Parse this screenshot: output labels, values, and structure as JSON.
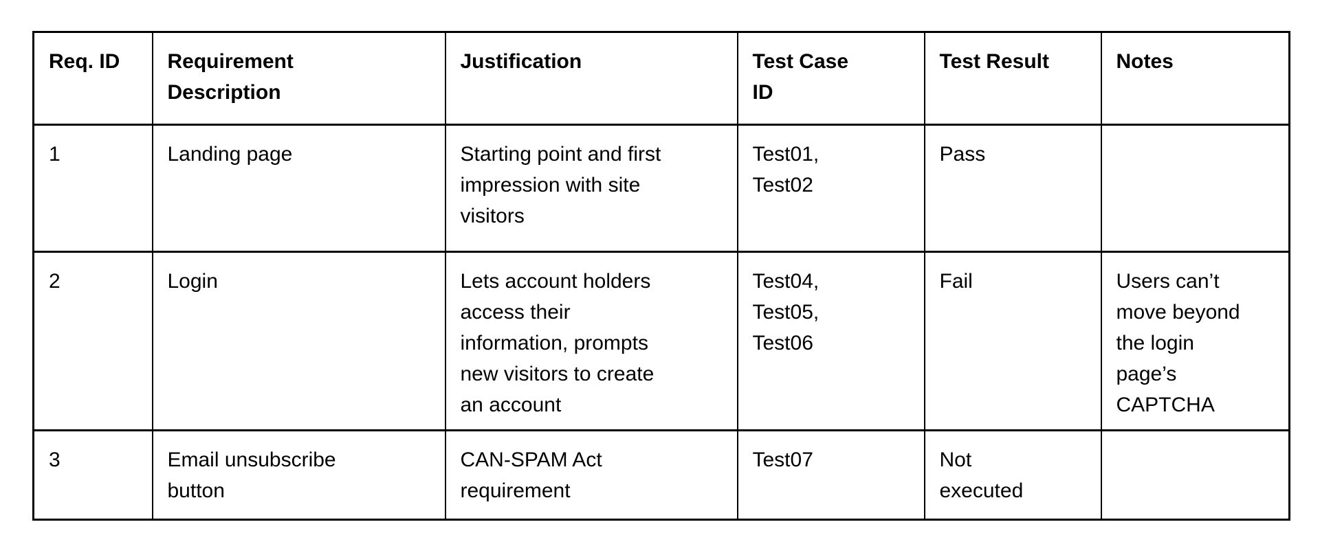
{
  "page": {
    "background_color": "#ffffff",
    "text_color": "#000000",
    "border_color": "#000000"
  },
  "table": {
    "headers": [
      {
        "label": "Req. ID"
      },
      {
        "label": "Requirement\nDescription"
      },
      {
        "label": "Justification"
      },
      {
        "label": "Test Case\nID"
      },
      {
        "label": "Test Result"
      },
      {
        "label": "Notes"
      }
    ],
    "rows": [
      {
        "req_id": "1",
        "requirement_description": "Landing page",
        "justification": "Starting point and first\nimpression with site\nvisitors",
        "test_case_id": "Test01,\nTest02",
        "test_result": "Pass",
        "notes": ""
      },
      {
        "req_id": "2",
        "requirement_description": "Login",
        "justification": "Lets account holders\naccess their\ninformation, prompts\nnew visitors to create\nan account",
        "test_case_id": "Test04,\nTest05,\nTest06",
        "test_result": "Fail",
        "notes": "Users can’t\nmove beyond\nthe login\npage’s\nCAPTCHA"
      },
      {
        "req_id": "3",
        "requirement_description": "Email unsubscribe\nbutton",
        "justification": "CAN-SPAM Act\nrequirement",
        "test_case_id": "Test07",
        "test_result": "Not\nexecuted",
        "notes": ""
      }
    ]
  }
}
